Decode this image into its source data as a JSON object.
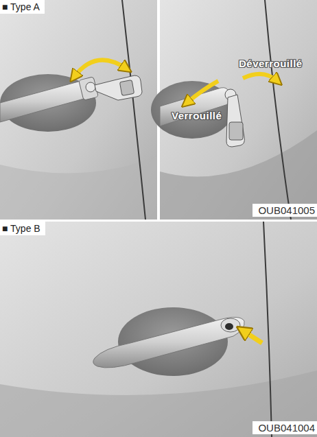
{
  "diagram": {
    "labels": [
      "■ Type A",
      "Déverrouillé",
      "Verrouillé",
      "OUB041005",
      "■ Type B",
      "OUB041004"
    ]
  }
}
